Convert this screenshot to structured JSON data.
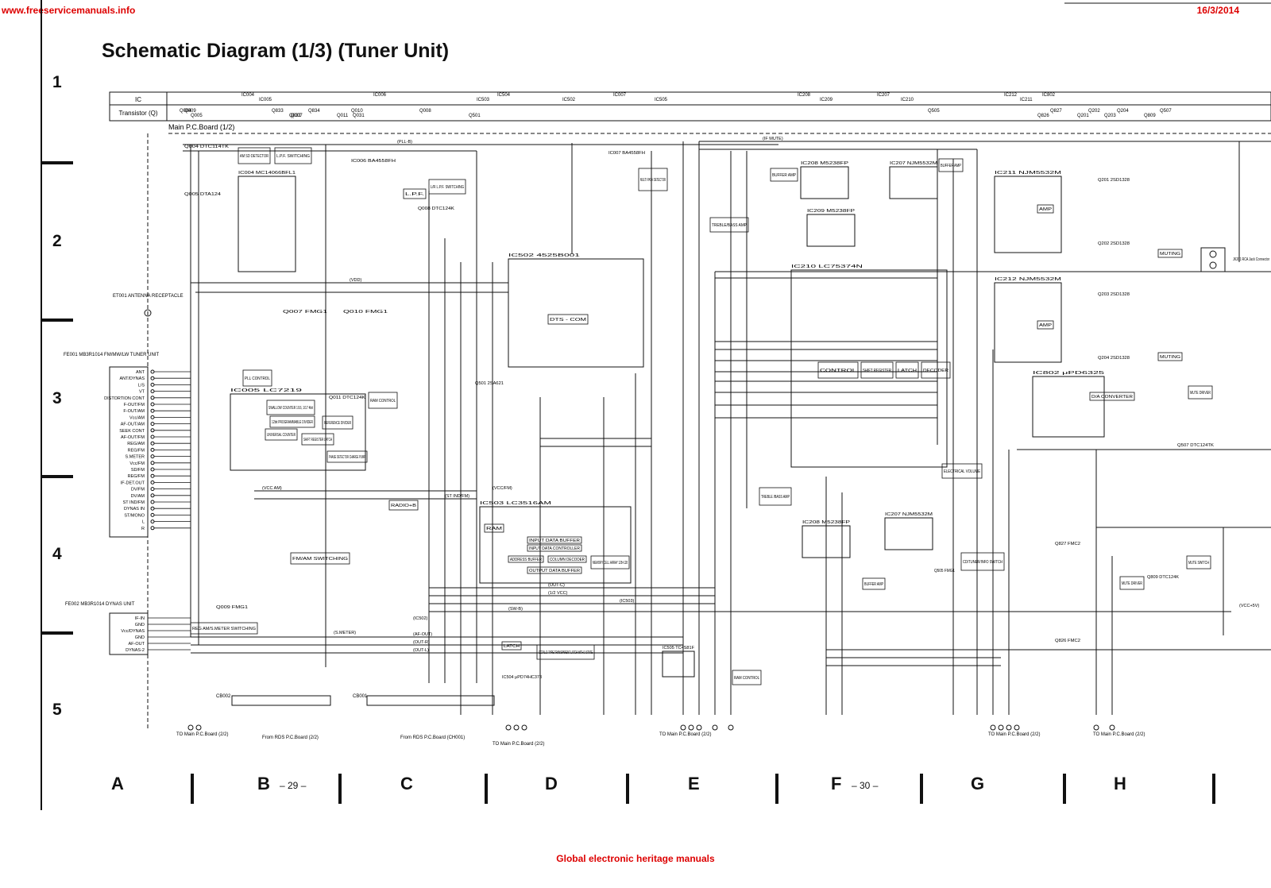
{
  "header": {
    "site": "www.freeservicemanuals.info",
    "date": "16/3/2014"
  },
  "page_title": "Schematic Diagram (1/3)  (Tuner Unit)",
  "row_numbers": [
    "1",
    "2",
    "3",
    "4",
    "5"
  ],
  "column_letters": [
    "A",
    "B",
    "C",
    "D",
    "E",
    "F",
    "G",
    "H"
  ],
  "page_numbers": [
    "– 29 –",
    "– 30 –"
  ],
  "ref_table": {
    "ic_label": "IC",
    "transistor_label": "Transistor (Q)",
    "ic_items": [
      "IC004",
      "IC005",
      "IC006",
      "IC503",
      "IC504",
      "IC502",
      "IC007",
      "IC505",
      "IC208",
      "IC209",
      "IC207",
      "IC210",
      "IC212",
      "IC211",
      "IC802"
    ],
    "transistor_items": [
      "Q004",
      "Q005",
      "Q009",
      "Q007",
      "Q833",
      "Q832",
      "Q834",
      "Q011",
      "Q010",
      "Q031",
      "Q008",
      "Q501",
      "Q505",
      "Q826",
      "Q827",
      "Q201",
      "Q202",
      "Q203",
      "Q204",
      "Q809",
      "Q507"
    ]
  },
  "board_label": "Main P.C.Board (1/2)",
  "blocks": {
    "ic004": "IC004  MC14066BFL1",
    "ic006": "IC006 BA4558FH",
    "ic007": "IC007 BA4558FH",
    "am_sd_detector": "AM SD DETECTOR",
    "lpf_switching_a": "L.P.F. SWITCHING",
    "lpf_switching_b": "L/R L.P.F. SWITCHING",
    "lpf_label": "L.P.F.",
    "multipath_detector": "MULTI PATH DETECTOR",
    "q005": "Q005 DTA124",
    "q004": "Q004 DTC114TK",
    "q008": "Q008 DTC124K",
    "q007": "Q007 FMG1",
    "q010": "Q010 FMG1",
    "q011": "Q011 DTC124K",
    "q009": "Q009 FMG1",
    "ic502": "IC502 4525B001",
    "dts_com": "DTS - COM",
    "q501": "Q501 2SA621",
    "ic005": "IC005  LC7219",
    "swallow_counter": "SWALLOW COUNTER 1/16, 1/17 4bit",
    "programmable_divider": "12bit PROGRAMMABLE DIVIDER",
    "reference_divider": "REFERENCE DIVIDER",
    "universal_counter": "UNIVERSAL COUNTER",
    "shift_register": "SHIFT REGISTER LATCH",
    "phase_detector": "PHASE DETECTOR CHARGE PUMP",
    "pll_control": "PLL CONTROL",
    "ram_control": "RAM CONTROL",
    "ram_control_2": "RAM CONTROL",
    "reg_switching": "REG AM/S.METER SWITCHING",
    "fm_rf_switching": "FM/AM SWITCHING",
    "ic503": "IC503 LC3516AM",
    "ram": "RAM",
    "input_data_buffer": "INPUT DATA BUFFER",
    "input_data_controller": "INPUT DATA CONTROLLER",
    "address_buffer": "ADDRESS BUFFER",
    "column_decoder": "COLUMN DECODER",
    "output_data_buffer": "OUTPUT DATA BUFFER",
    "memory_cell": "MEMORY CELL ARRAY 128×128",
    "ic504": "IC504 μPD74HC373",
    "latch": "LATCH",
    "octal_latch": "OCTAL D-TYPE TRANSPARENT LATCH WITH 3-STATE",
    "ic505": "IC505 TC4S81F",
    "ic208_top": "IC208 M5238FP",
    "ic209": "IC209 M5238FP",
    "ic207_top": "IC207 NJM5532M",
    "buffer_amp": "BUFFER AMP",
    "buffer_amp_2": "BUFFER AMP",
    "treble_bass_amp": "TREBLE/BASS AMP",
    "treble_bass_amp_2": "TREBLE /BASS AMP",
    "ic210": "IC210 LC75374N",
    "control": "CONTROL",
    "shift_register_2": "SHIFT REGISTER",
    "latch_2": "LATCH",
    "decoder": "DECODER",
    "electrical_volume": "ELECTRICAL VOLUME",
    "ic208_bot": "IC208 M5238FP",
    "ic207_bot": "IC207 NJM5532M",
    "ic211": "IC211 NJM5532M",
    "ic212": "IC212 NJM5532M",
    "amp_1": "AMP",
    "amp_2": "AMP",
    "q201": "Q201 2SD1328",
    "q202": "Q202 2SD1328",
    "q203": "Q203 2SD1328",
    "q204": "Q204 2SD1328",
    "muting_1": "MUTING",
    "muting_2": "MUTING",
    "ic802": "IC802 μPD6325",
    "da_converter": "D/A CONVERTER",
    "q507": "Q507 DTC124TK",
    "mute_driver_1": "MUTE DRIVER",
    "q505": "Q505 FMG1",
    "cd_tuner_switch": "CD/TUNER/INFO SWITCH",
    "q827": "Q827 FMC2",
    "q826": "Q826 FMC2",
    "q809": "Q809 DTC124K",
    "mute_driver_2": "MUTE DRIVER",
    "mute_switch": "MUTE SWITCH",
    "jk201": "JK201 RCA Jack Connector",
    "radio_b": "RADIO+B"
  },
  "connectors": {
    "fe001": "FE001 MB3R1014 FM/MW/LW TUNER UNIT",
    "fe002": "FE002 MB3R1014 DYNAS UNIT",
    "et001": "ET001 ANTENNA RECEPTACLE",
    "fe001_pins": [
      "ANT",
      "ANT/DYNAS",
      "L/S",
      "VT",
      "DISTORTION CONT",
      "F-OUT/FM",
      "F-OUT/AM",
      "Vcc/AM",
      "AF-OUT/AM",
      "SEEK CONT",
      "AF-OUT/FM",
      "REG/AM",
      "REG/FM",
      "S.METER",
      "Vcc/FM",
      "SD/FM",
      "REG/FM",
      "IF-DET.OUT",
      "DV/FM",
      "DV/AM",
      "ST IND/FM",
      "DYNAS IN",
      "ST/MONO",
      "L",
      "R"
    ],
    "fe002_pins": [
      "IF-IN",
      "GND",
      "Vcc/DYNAS",
      "GND",
      "AF-OUT",
      "DYNAS-2"
    ],
    "cb002": "CB002",
    "cb001": "CB001",
    "to_main_1": "TO Main P.C.Board (2/2)",
    "from_rds_1": "From RDS P.C.Board (2/2)",
    "from_rds_2": "From RDS P.C.Board (CH001)",
    "to_main_2": "TO Main P.C.Board (2/2)",
    "to_main_3": "TO Main P.C.Board (2/2)",
    "to_main_4": "TO Main P.C.Board (2/2)",
    "to_main_5": "TO Main P.C.Board (2/2)"
  },
  "signals": [
    "(PLL-B)",
    "(VDD)",
    "(IF MUTE)",
    "(VCC/FM)",
    "(S.METER)",
    "(ST IND/FM)",
    "(VCC AM)",
    "(AF-OUT)",
    "(OUT-R)",
    "(OUT-L)",
    "(SW-B)",
    "(IC502)",
    "(IC503)",
    "(OUT-C)",
    "(1/2 VCC)",
    "(VCC+5V)"
  ],
  "footer": "Global electronic heritage manuals"
}
